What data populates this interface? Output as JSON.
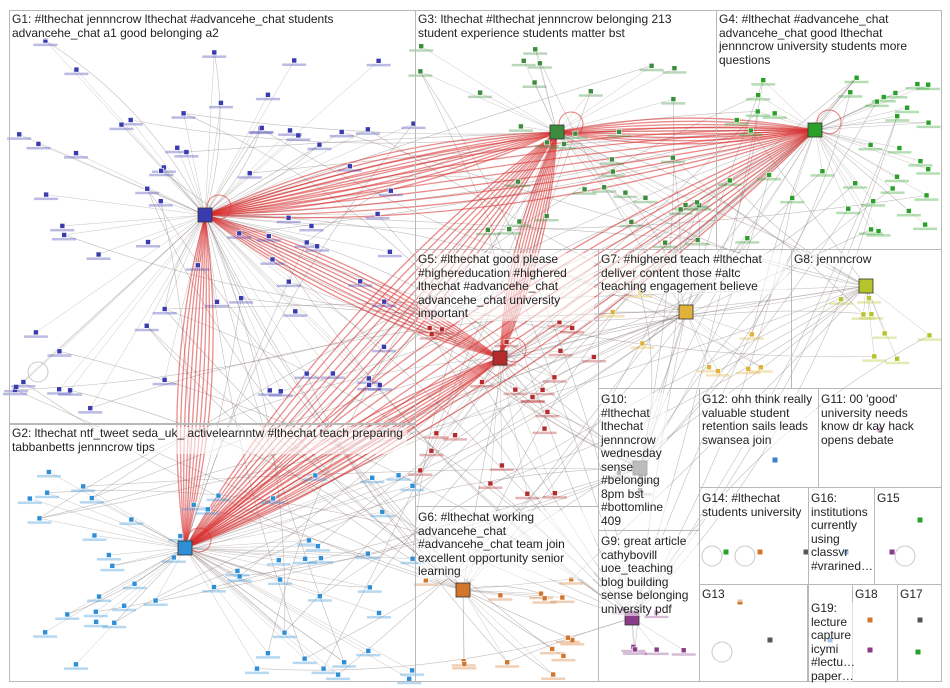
{
  "graph": {
    "description_colors": {
      "edge": "#8a7b7b",
      "edge_strong": "#d92b2b",
      "G1": "#3b3bb0",
      "G2": "#2e8fd6",
      "G3": "#3d8c3d",
      "G4": "#2aa02a",
      "G5": "#b52b2b",
      "G6": "#d2762b",
      "G7": "#e0b23a",
      "G8": "#b6c42c",
      "G9": "#8a3b8a",
      "G10": "#6b6b6b"
    }
  },
  "groups": [
    {
      "id": "G1",
      "label": "G1: #lthechat jennncrow lthechat #advancehe_chat students advancehe_chat a1 good belonging a2"
    },
    {
      "id": "G2",
      "label": "G2: lthechat ntf_tweet seda_uk_ activelearnntw #lthechat teach preparing tabbanbetts jennncrow tips"
    },
    {
      "id": "G3",
      "label": "G3: lthechat #lthechat jennncrow belonging 213 student experience students matter bst"
    },
    {
      "id": "G4",
      "label": "G4: #lthechat #advancehe_chat advancehe_chat good lthechat jennncrow university students more questions"
    },
    {
      "id": "G5",
      "label": "G5: #lthechat good please #highereducation #highered lthechat #advancehe_chat advancehe_chat university important"
    },
    {
      "id": "G6",
      "label": "G6: #lthechat working advancehe_chat #advancehe_chat team join excellent opportunity senior learning"
    },
    {
      "id": "G7",
      "label": "G7: #highered teach #lthechat deliver content those #altc teaching engagement believe"
    },
    {
      "id": "G8",
      "label": "G8: jennncrow"
    },
    {
      "id": "G9",
      "label": "G9: great article cathybovill uoe_teaching blog building sense belonging university pdf"
    },
    {
      "id": "G10",
      "label": "G10: #lthechat lthechat jennncrow wednesday sense #belonging 8pm bst #bottomline 409"
    },
    {
      "id": "G11",
      "label": "G11: 00 'good' university needs know dr kay hack opens debate"
    },
    {
      "id": "G12",
      "label": "G12: ohh think really valuable student retention sails leads swansea join"
    },
    {
      "id": "G13",
      "label": "G13"
    },
    {
      "id": "G14",
      "label": "G14: #lthechat students university"
    },
    {
      "id": "G15",
      "label": "G15"
    },
    {
      "id": "G16",
      "label": "G16: institutions currently using classvr #vrarined…"
    },
    {
      "id": "G17",
      "label": "G17"
    },
    {
      "id": "G18",
      "label": "G18"
    },
    {
      "id": "G19",
      "label": "G19: lecture capture icymi #lectu… paper…"
    }
  ]
}
